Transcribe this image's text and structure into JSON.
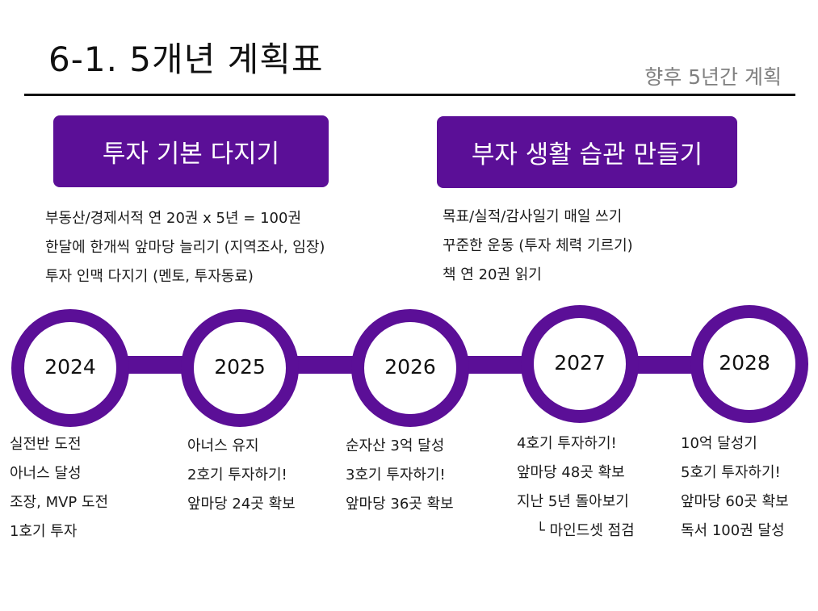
{
  "header": {
    "title": "6-1. 5개년 계획표",
    "subtitle": "향후 5년간 계획"
  },
  "goals": [
    {
      "label": "투자 기본 다지기",
      "items": [
        "부동산/경제서적 연 20권 x 5년 = 100권",
        "한달에 한개씩 앞마당 늘리기 (지역조사, 임장)",
        "투자 인맥 다지기 (멘토, 투자동료)"
      ]
    },
    {
      "label": "부자 생활 습관 만들기",
      "items": [
        "목표/실적/감사일기 매일 쓰기",
        "꾸준한 운동 (투자 체력 기르기)",
        "책 연 20권 읽기"
      ]
    }
  ],
  "timeline": [
    {
      "year": "2024",
      "items": [
        "실전반 도전",
        "아너스 달성",
        "조장, MVP 도전",
        "1호기 투자"
      ]
    },
    {
      "year": "2025",
      "items": [
        "아너스 유지",
        "2호기 투자하기!",
        "앞마당 24곳 확보"
      ]
    },
    {
      "year": "2026",
      "items": [
        "순자산 3억 달성",
        "3호기 투자하기!",
        "앞마당 36곳 확보"
      ]
    },
    {
      "year": "2027",
      "items": [
        "4호기 투자하기!",
        "앞마당 48곳 확보",
        "지난 5년 돌아보기",
        "└ 마인드셋 점검"
      ]
    },
    {
      "year": "2028",
      "items": [
        "10억 달성기",
        "5호기 투자하기!",
        "앞마당 60곳 확보",
        "독서 100권 달성"
      ]
    }
  ],
  "colors": {
    "accent": "#5b0f97",
    "title_rule": "#111111",
    "subtitle": "#808080"
  }
}
